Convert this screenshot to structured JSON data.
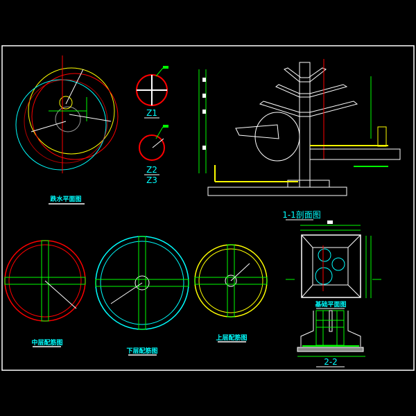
{
  "drawing": {
    "titles": {
      "plan_falls": "跌水平面图",
      "z1": "Z1",
      "z2": "Z2",
      "z3": "Z3",
      "section_1_1": "1-1剖面图",
      "mid_rebar": "中层配筋图",
      "lower_rebar": "下层配筋图",
      "upper_rebar": "上层配筋图",
      "foundation_plan": "基础平面图",
      "section_2_2": "2-2"
    },
    "colors": {
      "background": "#000000",
      "frame": "#ffffff",
      "red": "#ff0000",
      "yellow": "#ffff00",
      "cyan": "#00ffff",
      "green": "#00ff00",
      "white": "#ffffff"
    }
  }
}
